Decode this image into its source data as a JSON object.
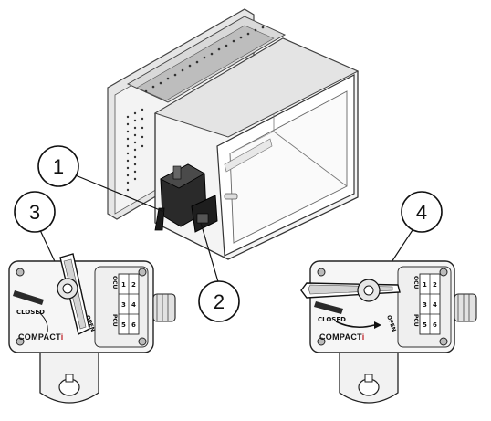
{
  "callouts": [
    {
      "id": "1",
      "label": "1"
    },
    {
      "id": "2",
      "label": "2"
    },
    {
      "id": "3",
      "label": "3"
    },
    {
      "id": "4",
      "label": "4"
    }
  ],
  "actuator": {
    "closed_label": "CLOSED",
    "open_label": "OPEN",
    "brand_main": "COMPACT",
    "brand_accent": "i",
    "pcu_label": "PCU",
    "ocu_label": "OCU",
    "terminals": [
      "1",
      "2",
      "3",
      "4",
      "5",
      "6"
    ]
  }
}
